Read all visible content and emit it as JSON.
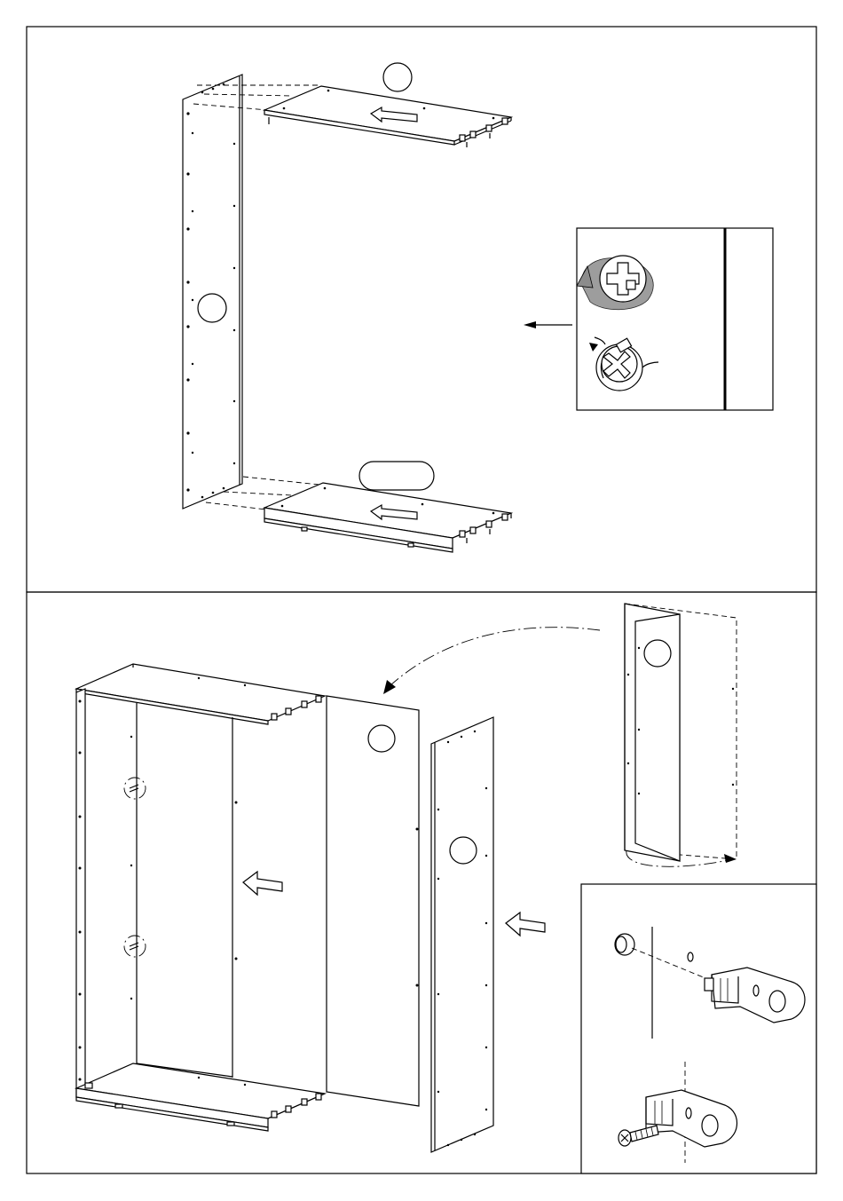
{
  "document": {
    "panels": [
      {
        "id": "step-1",
        "part_labels": [
          "",
          "",
          ""
        ]
      },
      {
        "id": "step-2",
        "part_labels": [
          "",
          "",
          ""
        ]
      }
    ],
    "detail_boxes": [
      {
        "id": "cam-lock-detail",
        "icons": [
          "screw-head-icon",
          "rotate-arrow-icon",
          "cam-lock-icon"
        ]
      },
      {
        "id": "hinge-bracket-detail",
        "icons": [
          "cap-icon",
          "bracket-icon",
          "screw-icon"
        ]
      }
    ],
    "arrows": [
      "push-arrow-icon"
    ]
  }
}
